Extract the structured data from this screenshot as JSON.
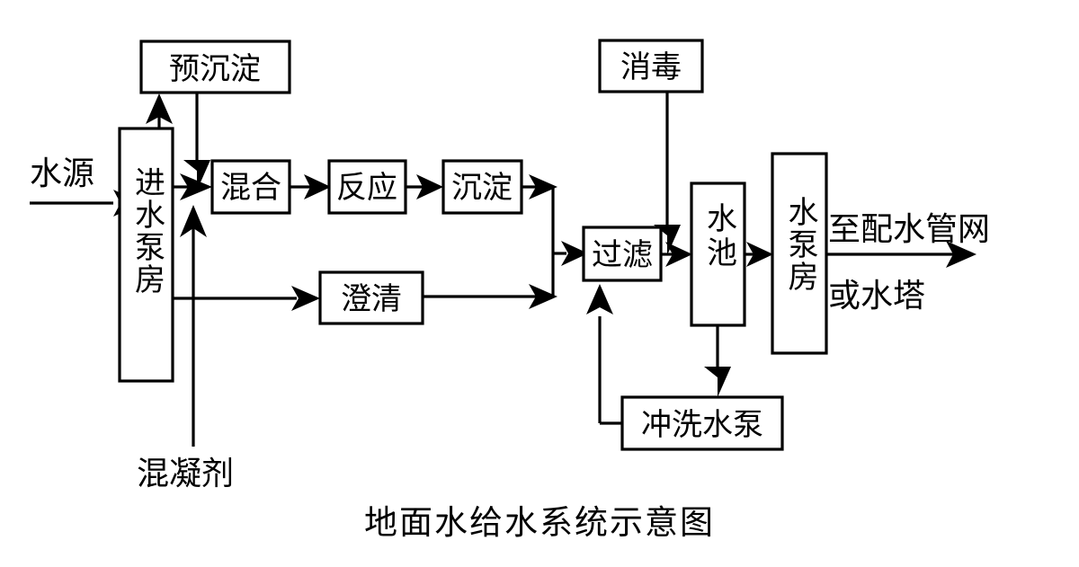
{
  "figure": {
    "caption": "地面水给水系统示意图",
    "background_color": "#ffffff",
    "line_color": "#000000"
  },
  "nodes": {
    "pre_sedimentation": {
      "label": "预沉淀",
      "orientation": "horizontal"
    },
    "intake_pump_house": {
      "label": "进水泵房",
      "orientation": "vertical"
    },
    "mixing": {
      "label": "混合",
      "orientation": "horizontal"
    },
    "reaction": {
      "label": "反应",
      "orientation": "horizontal"
    },
    "sedimentation": {
      "label": "沉淀",
      "orientation": "horizontal"
    },
    "clarification": {
      "label": "澄清",
      "orientation": "horizontal"
    },
    "disinfection": {
      "label": "消毒",
      "orientation": "horizontal"
    },
    "filtration": {
      "label": "过滤",
      "orientation": "horizontal"
    },
    "clear_water_tank": {
      "label": "水池",
      "orientation": "vertical"
    },
    "water_pump_house": {
      "label": "水泵房",
      "orientation": "vertical"
    },
    "backwash_pump": {
      "label": "冲洗水泵",
      "orientation": "horizontal"
    }
  },
  "free_labels": {
    "water_source": "水源",
    "coagulant": "混凝剂",
    "to_distribution_network": "至配水管网",
    "or_water_tower": "或水塔"
  },
  "flow_sequence": [
    "水源",
    "进水泵房",
    "预沉淀",
    "混合",
    "反应",
    "沉淀",
    "澄清",
    "过滤",
    "水池",
    "水泵房",
    "至配水管网",
    "或水塔"
  ],
  "dosing_inputs": [
    {
      "chemical": "混凝剂",
      "target": "混合"
    },
    {
      "chemical": "消毒",
      "target": "过滤"
    }
  ],
  "recycle_loops": [
    {
      "from": "水池",
      "to": "冲洗水泵"
    },
    {
      "from": "冲洗水泵",
      "to": "过滤"
    }
  ]
}
